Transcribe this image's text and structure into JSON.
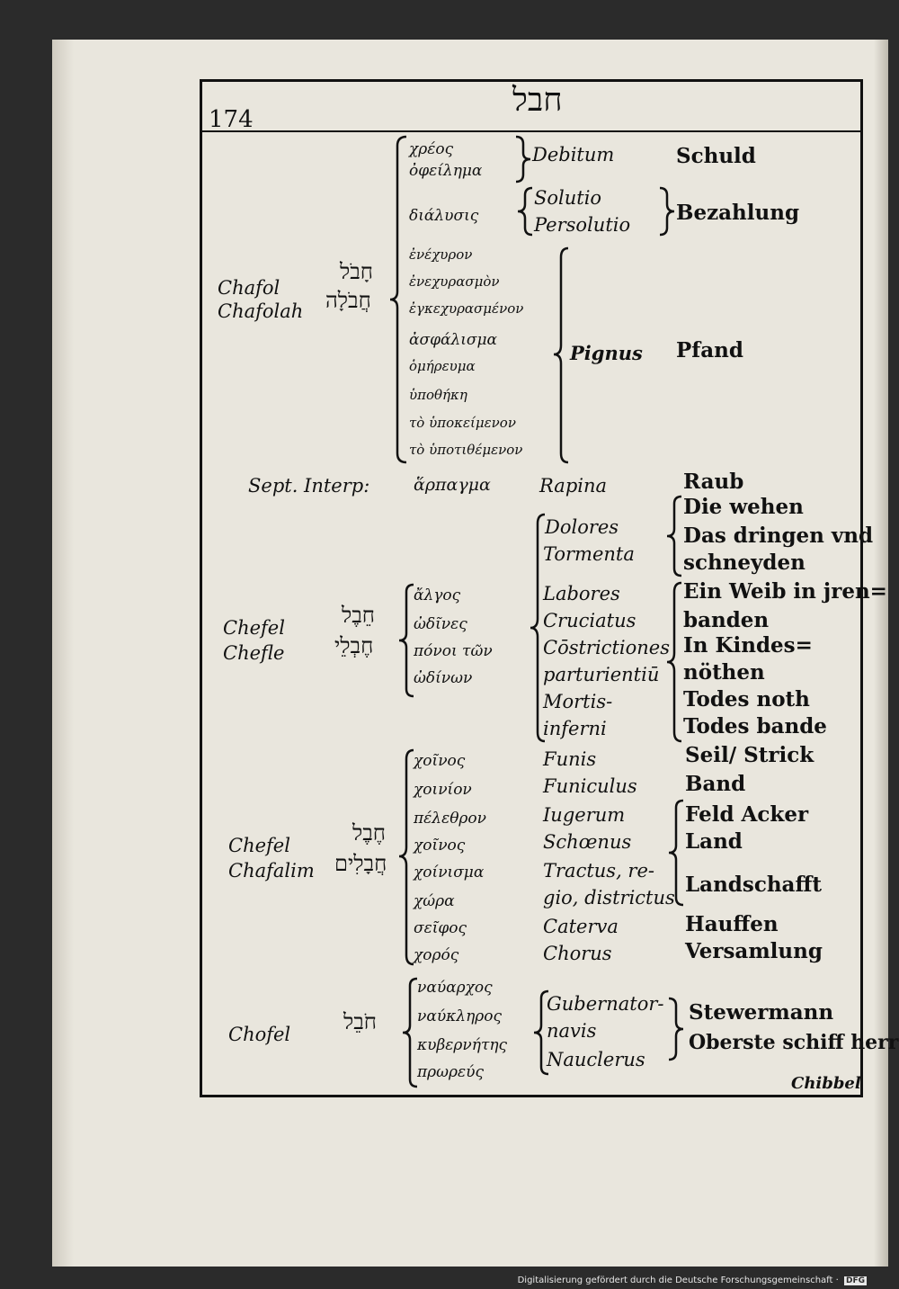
{
  "header": {
    "hebrew_title": "חבל",
    "page_number": "174"
  },
  "sections": [
    {
      "translit": [
        "Chafol",
        "Chafolah"
      ],
      "hebrew": [
        "חָבֹל",
        "חֲבֹלָה"
      ],
      "greek": [
        "χρέος",
        "ὀφείλημα",
        "διάλυσις",
        "ἐνέχυρον",
        "ἐνεχυρασμὸν",
        "ἐγκεχυρασμένον",
        "ἀσφάλισμα",
        "ὁμήρευμα",
        "ὑποθήκη",
        "τὸ ὑποκείμενον",
        "τὸ ὑποτιθέμενον"
      ],
      "latin": [
        "Debitum",
        "Solutio",
        "Persolutio",
        "Pignus"
      ],
      "german": [
        "Schuld",
        "Bezahlung",
        "Pfand"
      ]
    },
    {
      "label": "Sept. Interp:",
      "greek": [
        "ἅρπαγμα"
      ],
      "latin": [
        "Rapina"
      ],
      "german": [
        "Raub"
      ]
    },
    {
      "translit": [
        "Chefel",
        "Chefle"
      ],
      "hebrew": [
        "חֵבֶל",
        "חֶבְלֵי"
      ],
      "greek": [
        "ἄλγος",
        "ὠδῖνες",
        "πόνοι τῶν",
        "ὠδίνων"
      ],
      "latin": [
        "Dolores",
        "Tormenta",
        "Labores",
        "Cruciatus",
        "Cōstrictiones",
        "parturientiū",
        "Mortis-",
        "inferni"
      ],
      "german": [
        "Die wehen",
        "Das dringen vnd",
        "schneyden",
        "Ein Weib in jren=",
        "banden",
        "In Kindes=",
        "nöthen",
        "Todes noth",
        "Todes bande"
      ]
    },
    {
      "translit": [
        "Chefel",
        "Chafalim"
      ],
      "hebrew": [
        "חֶבֶל",
        "חֲבָלִים"
      ],
      "greek": [
        "χοῖνος",
        "χοινίον",
        "πέλεθρον",
        "χοῖνος",
        "χοίνισμα",
        "χώρα",
        "σεῖφος",
        "χορός"
      ],
      "latin": [
        "Funis",
        "Funiculus",
        "Iugerum",
        "Schœnus",
        "Tractus, re-",
        "gio, districtus",
        "Caterva",
        "Chorus"
      ],
      "german": [
        "Seil/ Strick",
        "Band",
        "Feld Acker",
        "Land",
        "Landschafft",
        "Hauffen",
        "Versamlung"
      ]
    },
    {
      "translit": [
        "Chofel"
      ],
      "hebrew": [
        "חֹבֵל"
      ],
      "greek": [
        "ναύαρχος",
        "ναύκληρος",
        "κυβερνήτης",
        "πρωρεύς"
      ],
      "latin": [
        "Gubernator-",
        "navis",
        "Nauclerus"
      ],
      "german": [
        "Stewermann",
        "Oberste schiff herr"
      ]
    }
  ],
  "catchword": "Chibbel",
  "footer": {
    "text": "Digitalisierung gefördert durch die Deutsche Forschungsgemeinschaft",
    "logo": "DFG"
  }
}
